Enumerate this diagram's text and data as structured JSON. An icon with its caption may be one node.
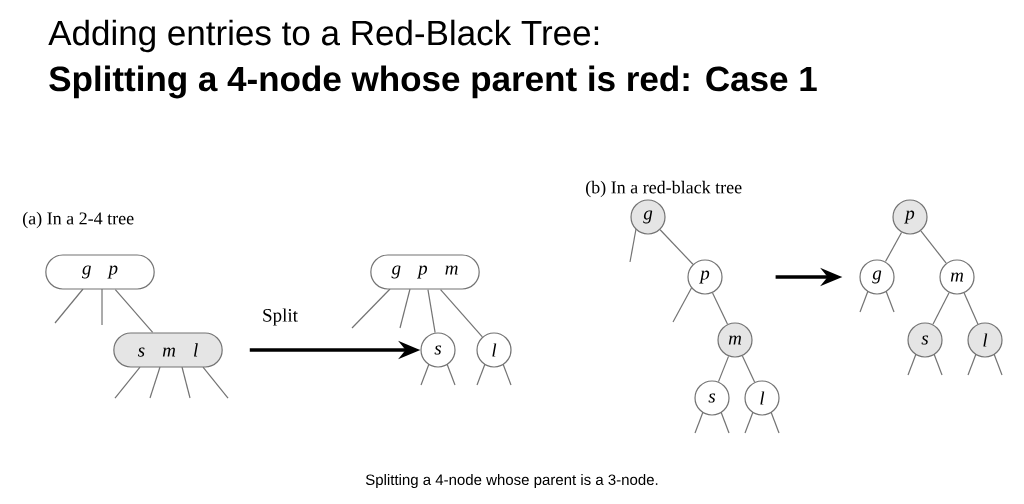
{
  "diagram": {
    "title": "Adding entries to a Red-Black Tree:",
    "caption": "Splitting a 4-node whose parent is a 3-node.",
    "nodes": [
      {
        "text": [
          "g p"
        ]
      },
      {
        "text": [
          "s m l"
        ]
      },
      {
        "text": [
          "g p m"
        ]
      },
      {
        "text": [
          "s"
        ]
      },
      {
        "text": [
          "l"
        ]
      },
      {
        "text": [
          "g"
        ]
      },
      {
        "text": [
          "p"
        ]
      },
      {
        "text": [
          "m"
        ]
      },
      {
        "text": [
          "s"
        ]
      },
      {
        "text": [
          "l"
        ]
      },
      {
        "text": [
          "p"
        ]
      },
      {
        "text": [
          "g"
        ]
      },
      {
        "text": [
          "m"
        ]
      },
      {
        "text": [
          "s"
        ]
      },
      {
        "text": [
          "l"
        ]
      }
    ],
    "edges": [
      {
        "from": 0,
        "to": 1,
        "arrow": "none"
      },
      {
        "from": 2,
        "to": 3,
        "arrow": "none"
      },
      {
        "from": 2,
        "to": 4,
        "arrow": "none"
      },
      {
        "from": 1,
        "to": 3,
        "arrow": "to",
        "label": "Split",
        "style": "thick",
        "color": "#000000"
      },
      {
        "from": 5,
        "to": 6,
        "arrow": "none"
      },
      {
        "from": 6,
        "to": 7,
        "arrow": "none"
      },
      {
        "from": 7,
        "to": 8,
        "arrow": "none"
      },
      {
        "from": 7,
        "to": 9,
        "arrow": "none"
      },
      {
        "from": 6,
        "to": 11,
        "arrow": "to",
        "style": "thick",
        "color": "#000000"
      },
      {
        "from": 10,
        "to": 11,
        "arrow": "none"
      },
      {
        "from": 10,
        "to": 12,
        "arrow": "none"
      },
      {
        "from": 12,
        "to": 13,
        "arrow": "none"
      },
      {
        "from": 12,
        "to": 14,
        "arrow": "none"
      }
    ],
    "labels": [
      "Splitting a 4-node whose parent is red: Case 1",
      "(a) In a 2-4 tree",
      "(b) In a red-black tree"
    ]
  }
}
